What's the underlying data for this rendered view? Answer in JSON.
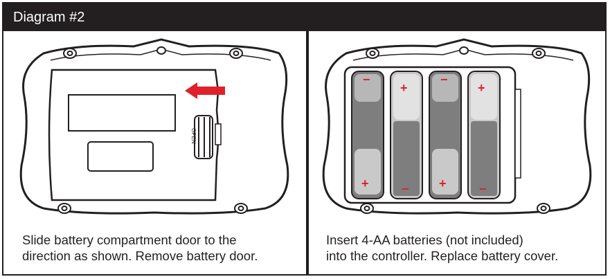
{
  "header": {
    "title": "Diagram #2"
  },
  "left_panel": {
    "caption_line1": "Slide battery compartment door to the",
    "caption_line2": "direction as shown. Remove battery door.",
    "door_label": "OPEN"
  },
  "right_panel": {
    "caption_line1": "Insert 4-AA batteries (not included)",
    "caption_line2": "into the controller. Replace battery cover.",
    "battery_count": 4
  },
  "colors": {
    "title_bar": "#231f20",
    "accent": "#e0202a",
    "battery": "#8a8a8a"
  }
}
